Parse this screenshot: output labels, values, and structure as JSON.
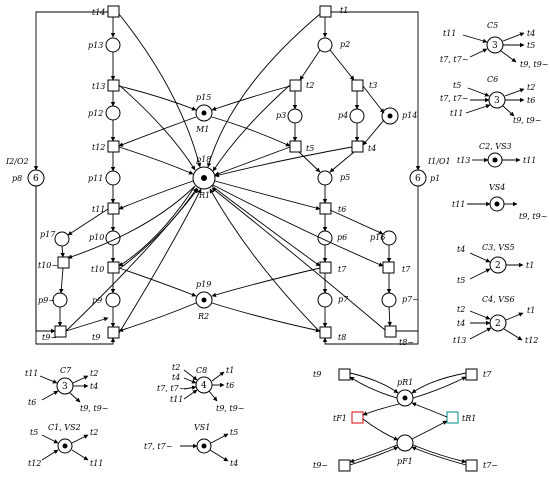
{
  "places": {
    "p1": "p1",
    "p2": "p2",
    "p3": "p3",
    "p4": "p4",
    "p5": "p5",
    "p6": "p6",
    "p7": "p7",
    "p7t": "p7~",
    "p8": "p8",
    "p9": "p9",
    "p9t": "p9~",
    "p10": "p10",
    "p11": "p11",
    "p12": "p12",
    "p13": "p13",
    "p14": "p14",
    "p15": "p15",
    "p16": "p16",
    "p17": "p17",
    "p18": "p18",
    "p19": "p19",
    "pR1": "pR1",
    "pF1": "pF1"
  },
  "transitions": {
    "t1": "t1",
    "t2": "t2",
    "t3": "t3",
    "t4": "t4",
    "t5": "t5",
    "t6": "t6",
    "t7": "t7",
    "t7b": "t7",
    "t7t": "t7~",
    "t8": "t8",
    "t8t": "t8~",
    "t9": "t9",
    "t9t": "t9~",
    "t10": "t10",
    "t10t": "t10~",
    "t11": "t11",
    "t12": "t12",
    "t13": "t13",
    "t14": "t14",
    "tF1": "tF1",
    "tR1": "tR1"
  },
  "resources": {
    "M1": "M1",
    "R1": "R1",
    "R2": "R2"
  },
  "io": {
    "left": "I2/O2",
    "right": "I1/O1",
    "left_count": "6",
    "right_count": "6"
  },
  "legend": [
    {
      "id": "c5",
      "title": "C5",
      "count": "3",
      "inputs": [
        "t11",
        "t7, t7~"
      ],
      "outputs": [
        "t4",
        "t5",
        "t9, t9~"
      ]
    },
    {
      "id": "c6",
      "title": "C6",
      "count": "3",
      "inputs": [
        "t5",
        "t7, t7~",
        "t11"
      ],
      "outputs": [
        "t2",
        "t6",
        "t9, t9~"
      ]
    },
    {
      "id": "c2",
      "title": "C2, VS3",
      "inputs": [
        "t13"
      ],
      "outputs": [
        "t11"
      ]
    },
    {
      "id": "vs4",
      "title": "VS4",
      "inputs": [
        "t11"
      ],
      "outputs": [
        "t9, t9~"
      ]
    },
    {
      "id": "c3",
      "title": "C3, VS5",
      "count": "2",
      "inputs": [
        "t4",
        "t5"
      ],
      "outputs": [
        "t1"
      ]
    },
    {
      "id": "c4",
      "title": "C4, VS6",
      "count": "2",
      "inputs": [
        "t2",
        "t4",
        "t13"
      ],
      "outputs": [
        "t1",
        "t12"
      ]
    },
    {
      "id": "c7",
      "title": "C7",
      "count": "3",
      "inputs": [
        "t11",
        "t6"
      ],
      "outputs": [
        "t2",
        "t4",
        "t9, t9~"
      ]
    },
    {
      "id": "c8",
      "title": "C8",
      "count": "4",
      "inputs": [
        "t2",
        "t4",
        "t7, t7~",
        "t11"
      ],
      "outputs": [
        "t1",
        "t6",
        "t9, t9~"
      ]
    },
    {
      "id": "c1",
      "title": "C1, VS2",
      "inputs": [
        "t5",
        "t12"
      ],
      "outputs": [
        "t2",
        "t11"
      ]
    },
    {
      "id": "vs1",
      "title": "VS1",
      "inputs": [
        "t7, t7~"
      ],
      "outputs": [
        "t5",
        "t4"
      ]
    }
  ],
  "colors": {
    "ink": "#000000",
    "failure": "#e03030",
    "repair": "#2a9d9d"
  }
}
